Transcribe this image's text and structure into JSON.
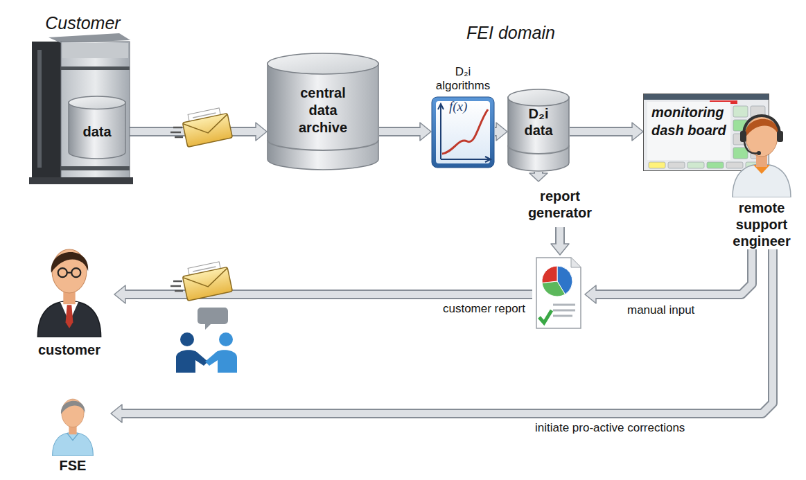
{
  "diagram": {
    "nodes": [
      {
        "text": [
          "Customer"
        ]
      },
      {
        "text": [
          "data"
        ],
        "in": 0
      },
      {
        "text": [
          "customer"
        ],
        "in": 0
      },
      {
        "text": [
          "FSE"
        ],
        "in": 0
      },
      {
        "text": [
          "FEI domain"
        ]
      },
      {
        "text": [
          "central data archive"
        ],
        "in": 4
      },
      {
        "text": [
          "D₂i algorithms"
        ],
        "in": 4
      },
      {
        "text": [
          "D₂i data"
        ],
        "in": 4
      },
      {
        "text": [
          "monitoring dash board"
        ],
        "in": 4
      },
      {
        "text": [
          "remote support engineer"
        ],
        "in": 4
      },
      {
        "text": [
          "report generator"
        ],
        "in": 4
      },
      {
        "text": [
          "customer report"
        ],
        "in": 4
      }
    ],
    "edges": [
      {
        "from": 1,
        "to": 5,
        "arrow": "to"
      },
      {
        "from": 5,
        "to": 6,
        "arrow": "to"
      },
      {
        "from": 6,
        "to": 7,
        "arrow": "to"
      },
      {
        "from": 7,
        "to": 8,
        "arrow": "to"
      },
      {
        "from": 7,
        "to": 10,
        "arrow": "to"
      },
      {
        "from": 10,
        "to": 11,
        "arrow": "to"
      },
      {
        "from": 9,
        "to": 11,
        "label": "manual input",
        "arrow": "to"
      },
      {
        "from": 11,
        "to": 2,
        "arrow": "to"
      },
      {
        "from": 9,
        "to": 3,
        "label": "initiate pro-active corrections",
        "arrow": "to"
      }
    ],
    "labels": [
      "f(x)"
    ]
  }
}
